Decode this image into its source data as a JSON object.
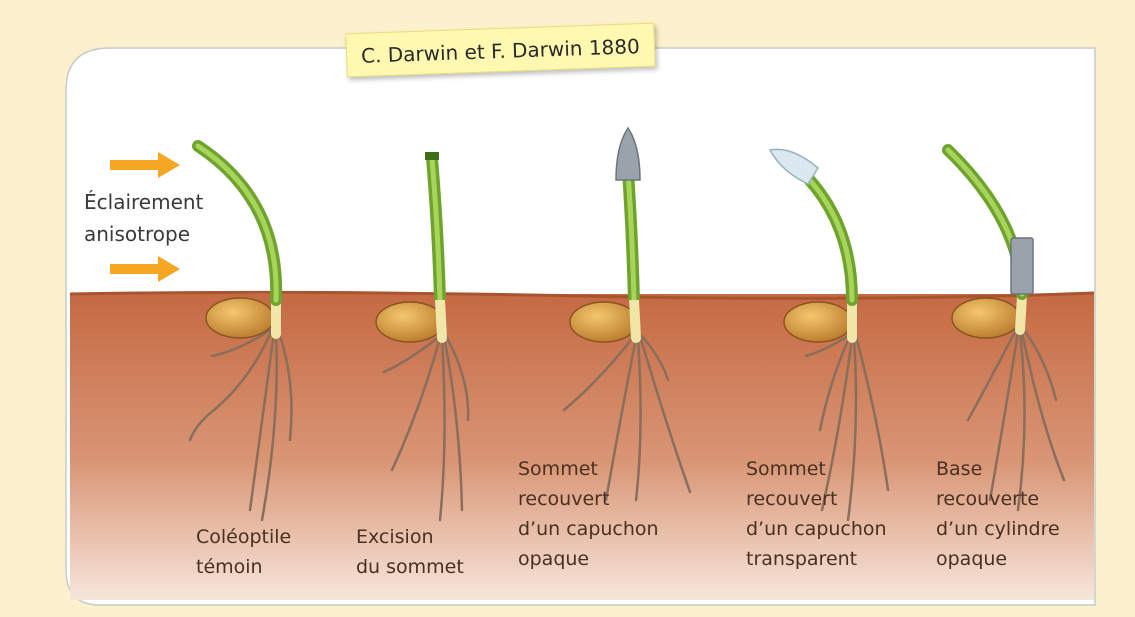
{
  "title": "C. Darwin et F. Darwin 1880",
  "light_label": [
    "Éclairement",
    "anisotrope"
  ],
  "experiments": [
    {
      "caption": [
        "Coléoptile",
        "témoin"
      ],
      "tip": "intact",
      "covering": "none",
      "bending": "toward light"
    },
    {
      "caption": [
        "Excision",
        "du sommet"
      ],
      "tip": "removed",
      "covering": "none",
      "bending": "none"
    },
    {
      "caption": [
        "Sommet",
        "recouvert",
        "d’un capuchon",
        "opaque"
      ],
      "tip": "covered",
      "covering": "opaque cap",
      "bending": "none"
    },
    {
      "caption": [
        "Sommet",
        "recouvert",
        "d’un capuchon",
        "transparent"
      ],
      "tip": "covered",
      "covering": "transparent cap",
      "bending": "toward light"
    },
    {
      "caption": [
        "Base",
        "recouverte",
        "d’un cylindre",
        "opaque"
      ],
      "tip": "intact",
      "covering": "opaque base cylinder",
      "bending": "toward light"
    }
  ],
  "colors": {
    "background": "#fdf0cc",
    "soil": "#c9714a",
    "stem": "#8bc34a",
    "arrow": "#f5a623",
    "seed": "#e2a24a",
    "root": "#8a6e5c",
    "opaque_cap": "#9aa3ab",
    "transparent_cap": "#d9e9ef"
  }
}
